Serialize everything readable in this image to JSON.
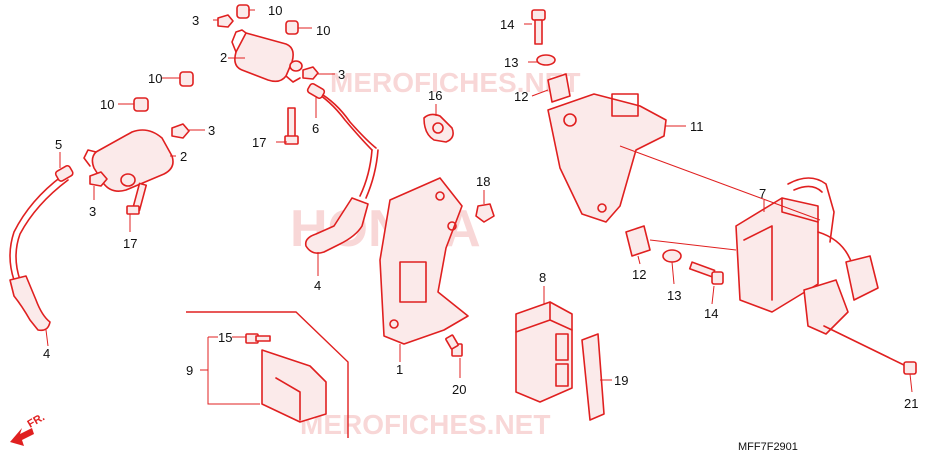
{
  "colors": {
    "line": "#e02020",
    "fill": "#fbeaea",
    "watermark": "#f4b8b8",
    "text": "#111111",
    "background": "#ffffff"
  },
  "watermark": {
    "brand": "HONDA",
    "site": "MEROFICHES.NET"
  },
  "diagram_code": "MFF7F2901",
  "direction_label": "FR.",
  "callouts": {
    "c1": "1",
    "c2a": "2",
    "c2b": "2",
    "c3a": "3",
    "c3b": "3",
    "c3c": "3",
    "c3d": "3",
    "c4a": "4",
    "c4b": "4",
    "c5": "5",
    "c6": "6",
    "c7": "7",
    "c8": "8",
    "c9": "9",
    "c10a": "10",
    "c10b": "10",
    "c10c": "10",
    "c10d": "10",
    "c11": "11",
    "c12a": "12",
    "c12b": "12",
    "c13a": "13",
    "c13b": "13",
    "c14a": "14",
    "c14b": "14",
    "c15": "15",
    "c16": "16",
    "c17a": "17",
    "c17b": "17",
    "c18": "18",
    "c19": "19",
    "c20": "20",
    "c21": "21"
  }
}
